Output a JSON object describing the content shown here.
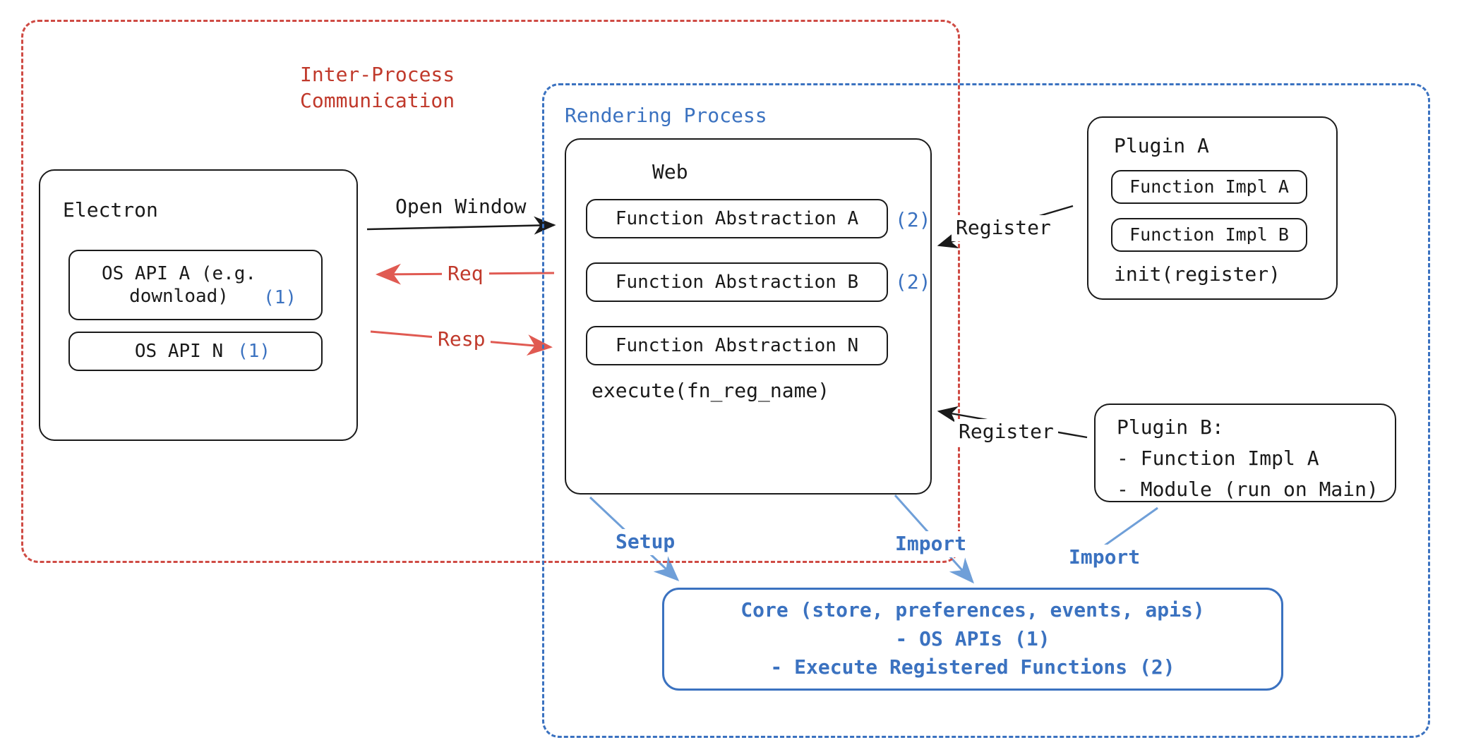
{
  "diagram": {
    "title_visible": false,
    "colors": {
      "ink": "#1a1a1a",
      "red": "#c0392b",
      "red_dash": "#cf4b44",
      "blue": "#3b72c0",
      "blue_light": "#6f9fd8",
      "background": "#ffffff"
    }
  },
  "containers": {
    "ipc": {
      "label_line1": "Inter-Process",
      "label_line2": "Communication",
      "style": "dashed",
      "color": "#cf4b44"
    },
    "rendering": {
      "label": "Rendering Process",
      "style": "dashed",
      "color": "#3b72c0"
    }
  },
  "electron": {
    "title": "Electron",
    "apis": [
      {
        "name": "OS API A (e.g.\ndownload)",
        "marker": "(1)"
      },
      {
        "name": "OS API N",
        "marker": "(1)"
      }
    ]
  },
  "web": {
    "title": "Web",
    "abstractions": [
      {
        "name": "Function Abstraction A",
        "marker": "(2)"
      },
      {
        "name": "Function Abstraction B",
        "marker": "(2)"
      },
      {
        "name": "Function Abstraction N",
        "marker": ""
      }
    ],
    "footer": "execute(fn_reg_name)"
  },
  "plugin_a": {
    "title": "Plugin A",
    "impls": [
      "Function Impl A",
      "Function Impl B"
    ],
    "footer": "init(register)"
  },
  "plugin_b": {
    "title": "Plugin B:",
    "lines": [
      "- Function Impl A",
      "- Module (run on Main)"
    ]
  },
  "core": {
    "line1": "Core (store, preferences, events, apis)",
    "line2": "- OS APIs (1)",
    "line3": "- Execute Registered Functions (2)"
  },
  "edges": [
    {
      "id": "open-window",
      "label": "Open Window",
      "color": "#1a1a1a",
      "from": "electron",
      "to": "web",
      "direction": "right"
    },
    {
      "id": "req",
      "label": "Req",
      "color": "#c0392b",
      "from": "web",
      "to": "electron",
      "direction": "left"
    },
    {
      "id": "resp",
      "label": "Resp",
      "color": "#c0392b",
      "from": "electron",
      "to": "web",
      "direction": "right"
    },
    {
      "id": "register-a",
      "label": "Register",
      "color": "#1a1a1a",
      "from": "plugin_a",
      "to": "web",
      "direction": "left"
    },
    {
      "id": "register-b",
      "label": "Register",
      "color": "#1a1a1a",
      "from": "plugin_b",
      "to": "web",
      "direction": "left"
    },
    {
      "id": "setup",
      "label": "Setup",
      "color": "#3b72c0",
      "from": "web",
      "to": "core",
      "direction": "down"
    },
    {
      "id": "import-web",
      "label": "Import",
      "color": "#3b72c0",
      "from": "web",
      "to": "core",
      "direction": "down"
    },
    {
      "id": "import-plugin-b",
      "label": "Import",
      "color": "#3b72c0",
      "from": "plugin_b",
      "to": "core",
      "direction": "down"
    }
  ]
}
